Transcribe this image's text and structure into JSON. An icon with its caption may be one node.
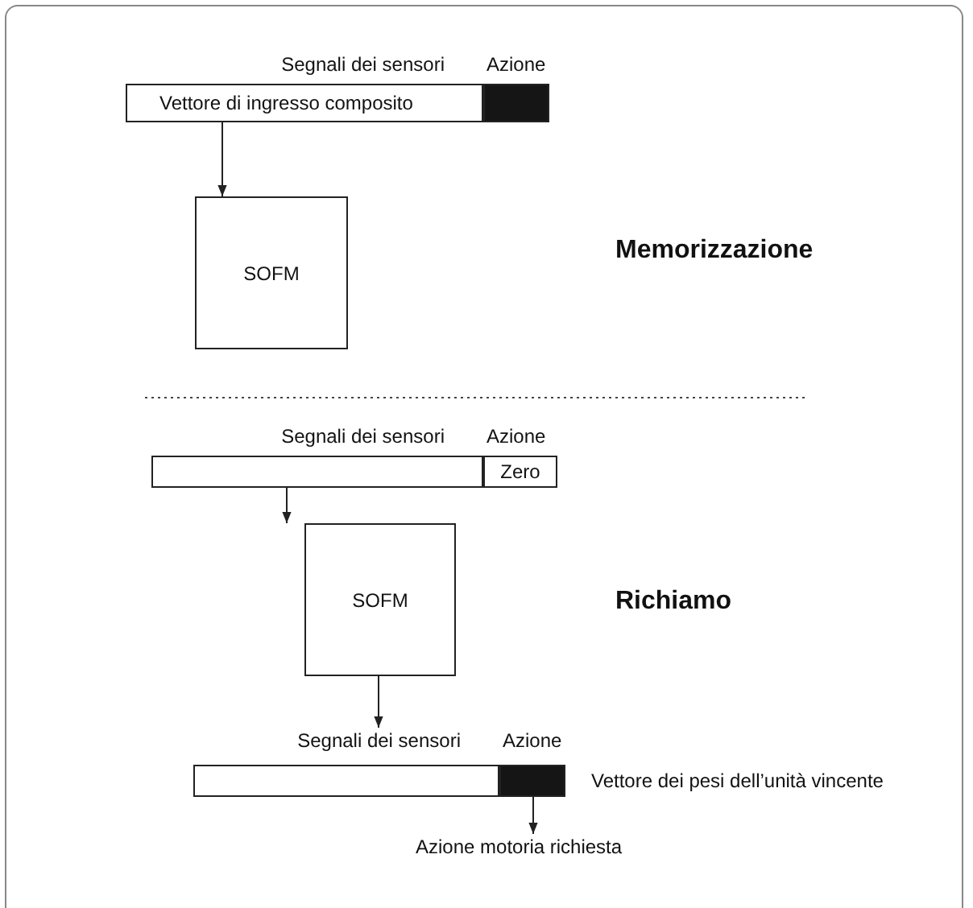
{
  "diagram": {
    "nodes": [
      {
        "text": [
          "Segnali dei sensori",
          "Vettore di ingresso composito"
        ]
      },
      {
        "text": [
          "Azione"
        ]
      },
      {
        "text": [
          "SOFM"
        ]
      },
      {
        "text": [
          "Segnali dei sensori"
        ]
      },
      {
        "text": [
          "Azione",
          "Zero"
        ]
      },
      {
        "text": [
          "SOFM"
        ]
      },
      {
        "text": [
          "Segnali dei sensori"
        ]
      },
      {
        "text": [
          "Azione"
        ],
        "beside": [
          "Vettore dei pesi dell’unità vincente"
        ]
      },
      {
        "text": [
          "Azione motoria richiesta"
        ]
      }
    ],
    "edges": [
      {
        "from": 0,
        "to": 2,
        "arrow": "to"
      },
      {
        "from": 3,
        "to": 5,
        "arrow": "to"
      },
      {
        "from": 5,
        "to": 6,
        "arrow": "to"
      },
      {
        "from": 7,
        "to": 8,
        "arrow": "to"
      }
    ],
    "labels": [
      "Memorizzazione",
      "Richiamo"
    ]
  }
}
